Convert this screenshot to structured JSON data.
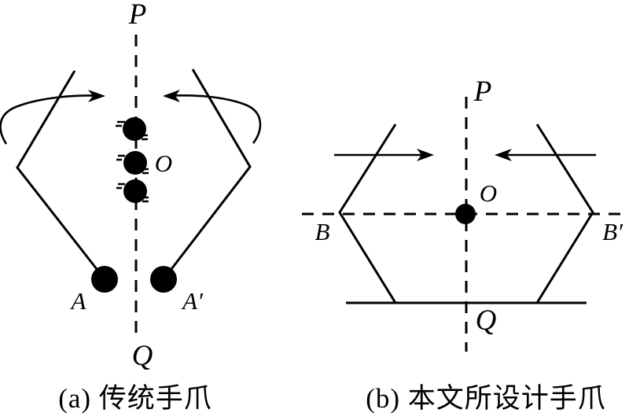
{
  "figure": {
    "colors": {
      "background": "#ffffff",
      "ink": "#000000"
    },
    "diagram_a": {
      "caption": "(a) 传统手爪",
      "labels": {
        "top_axis": "P",
        "bottom_axis": "Q",
        "center_point": "O",
        "left_fingertip": "A",
        "right_fingertip": "A′"
      }
    },
    "diagram_b": {
      "caption": "(b) 本文所设计手爪",
      "labels": {
        "top_axis": "P",
        "bottom_axis": "Q",
        "center_point": "O",
        "left_pivot": "B",
        "right_pivot": "B′"
      }
    }
  }
}
